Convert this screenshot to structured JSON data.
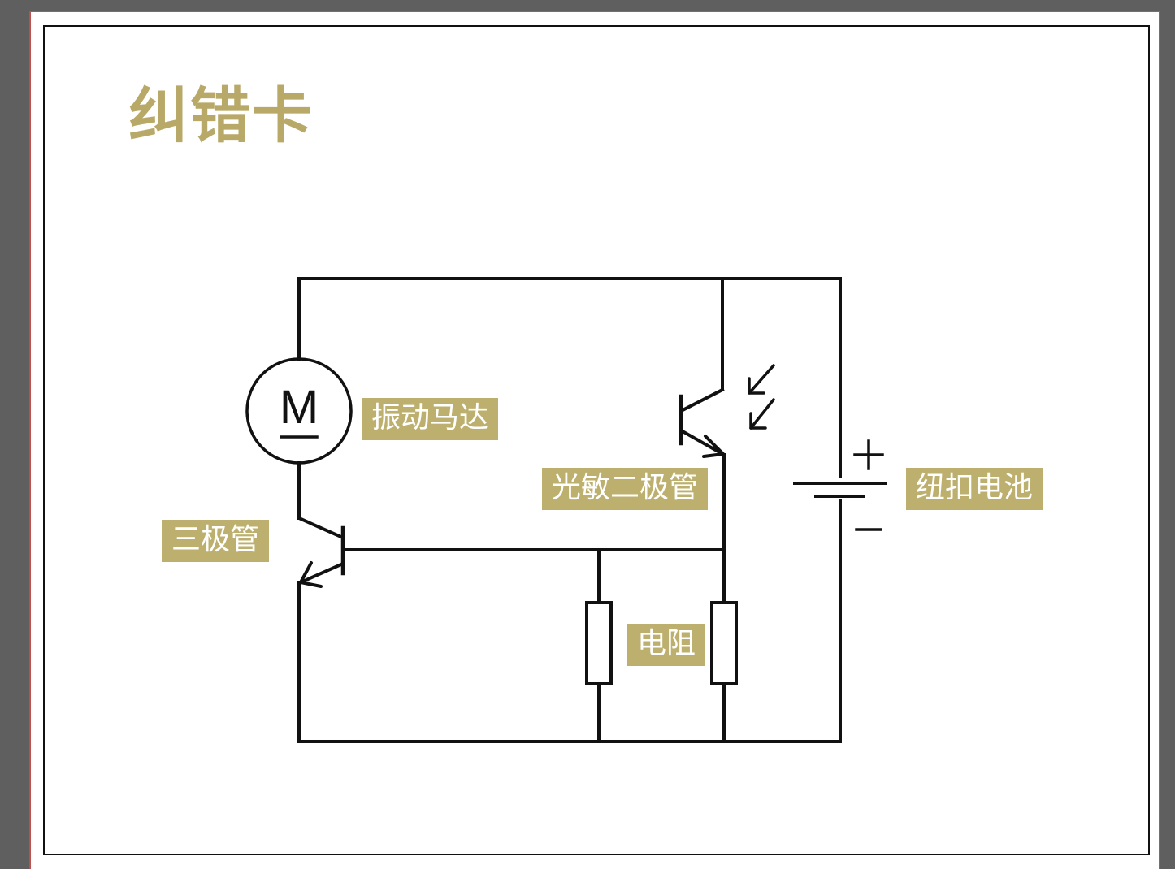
{
  "title": "纠错卡",
  "motor_symbol": "M",
  "labels": {
    "motor": "振动马达",
    "transistor": "三极管",
    "photodiode": "光敏二极管",
    "resistor": "电阻",
    "battery": "纽扣电池"
  },
  "battery_plus": "+",
  "battery_minus": "−",
  "colors": {
    "label_bg": "#bdb06e",
    "title": "#b9a968",
    "frame_outer": "#c0504d",
    "line": "#111111"
  }
}
